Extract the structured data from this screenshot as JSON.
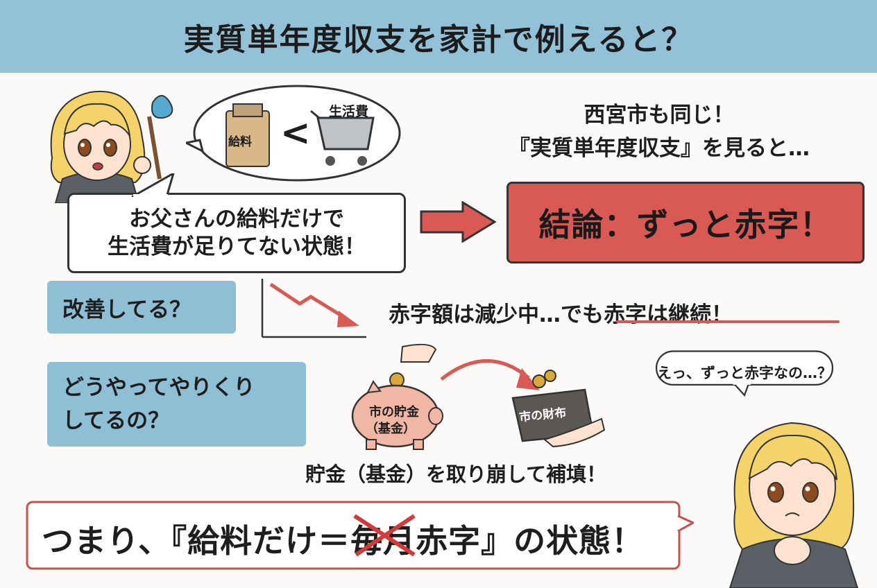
{
  "header": {
    "title": "実質単年度収支を家計で例えると？"
  },
  "illustration_top": {
    "salary_label": "給料",
    "comparison": "<",
    "cart_label": "生活費"
  },
  "speech": {
    "line1": "お父さんの給料だけで",
    "line2": "生活費が足りてない状態！"
  },
  "nishinomiya": {
    "line1": "西宮市も同じ！",
    "line2": "『実質単年度収支』を見ると…"
  },
  "conclusion": {
    "text": "結論：ずっと赤字！"
  },
  "questions": {
    "q1": "改善してる？",
    "q2_line1": "どうやってやりくり",
    "q2_line2": "してるの？"
  },
  "deficit": {
    "part1": "赤字額は減少中…",
    "part2": "でも赤字は継続！"
  },
  "fund": {
    "piggy_line1": "市の貯金",
    "piggy_line2": "（基金）",
    "wallet_label": "市の財布",
    "caption": "貯金（基金）を取り崩して補填！"
  },
  "girl2_speech": {
    "text": "えっ、ずっと赤字なの…？"
  },
  "bottom": {
    "prefix": "つまり、『給料だけ＝",
    "crossed": "毎月",
    "suffix": "赤字』の状態！"
  },
  "colors": {
    "header_bg": "#93c1d7",
    "question_bg": "#8fbfd4",
    "conclusion_bg": "#d95a55",
    "arrow_red": "#d95a55",
    "underline_red": "#d45a55"
  }
}
